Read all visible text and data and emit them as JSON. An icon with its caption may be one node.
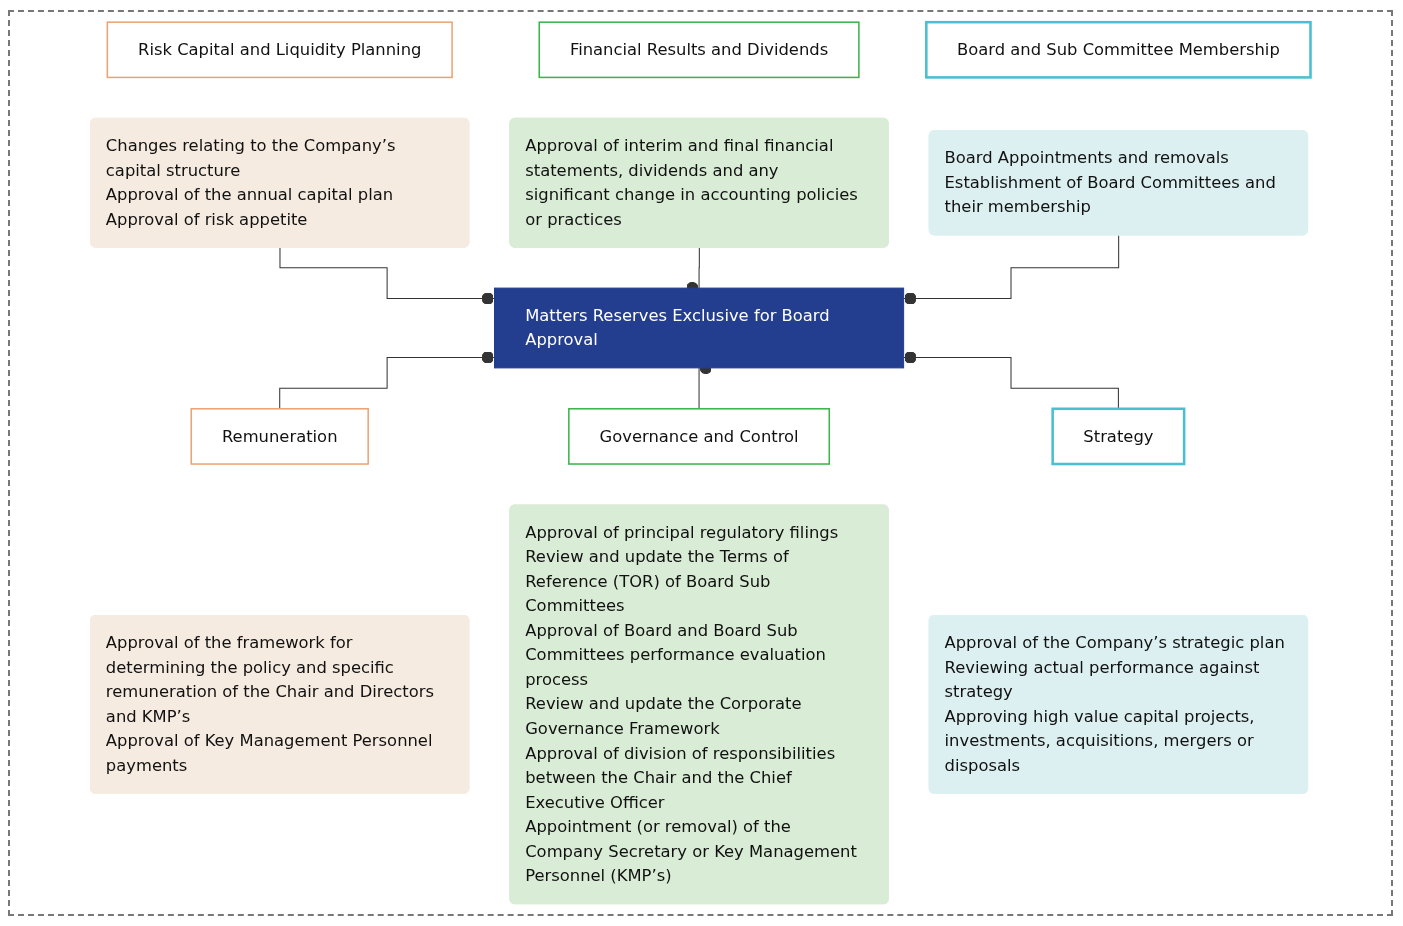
{
  "diagram": {
    "nodes": [
      {
        "text": [
          "Risk Capital and Liquidity Planning"
        ]
      },
      {
        "text": [
          "Financial Results and Dividends"
        ]
      },
      {
        "text": [
          "Board and Sub Committee Membership"
        ]
      },
      {
        "text": [
          "Changes relating to the Company’s capital structure",
          "Approval of the annual capital plan",
          "Approval of risk appetite"
        ]
      },
      {
        "text": [
          "Approval of interim and final financial statements, dividends and any significant change in accounting policies or practices"
        ]
      },
      {
        "text": [
          "Board Appointments and removals",
          "Establishment of Board Committees and their membership"
        ]
      },
      {
        "text": [
          "Matters Reserves Exclusive for Board Approval"
        ]
      },
      {
        "text": [
          "Remuneration"
        ]
      },
      {
        "text": [
          "Governance and Control"
        ]
      },
      {
        "text": [
          "Strategy"
        ]
      },
      {
        "text": [
          "Approval of the framework for determining the policy and specific remuneration of the Chair and Directors and KMP’s",
          "Approval of Key Management Personnel payments"
        ]
      },
      {
        "text": [
          "Approval of principal regulatory filings",
          "Review and update the Terms of Reference (TOR) of Board Sub Committees",
          "Approval of Board and Board Sub Committees performance evaluation process",
          "Review and update the Corporate Governance Framework",
          "Approval of division of responsibilities between the Chair and the Chief Executive Officer",
          "Appointment (or removal) of the Company Secretary or Key Management Personnel (KMP’s)"
        ]
      },
      {
        "text": [
          "Approval of the Company’s strategic plan",
          "Reviewing actual performance against strategy",
          "Approving high value capital projects, investments, acquisitions, mergers or disposals"
        ]
      }
    ],
    "edges": [
      {
        "from": 6,
        "to": 3,
        "arrow": "other"
      },
      {
        "from": 6,
        "to": 4,
        "arrow": "other"
      },
      {
        "from": 6,
        "to": 5,
        "arrow": "other"
      },
      {
        "from": 6,
        "to": 7,
        "arrow": "other"
      },
      {
        "from": 6,
        "to": 8,
        "arrow": "other"
      },
      {
        "from": 6,
        "to": 9,
        "arrow": "other"
      }
    ]
  }
}
